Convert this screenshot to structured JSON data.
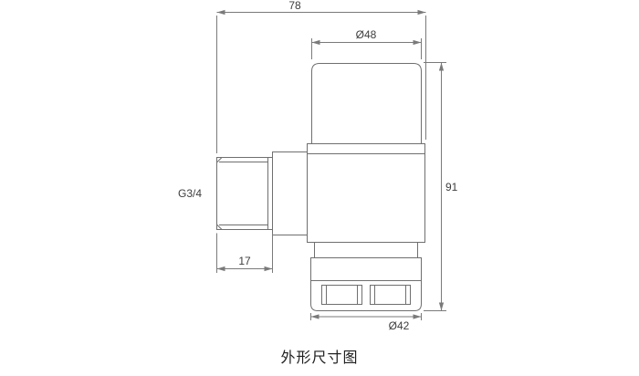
{
  "theme": {
    "background": "#ffffff",
    "stroke_color": "#6f6f6f",
    "dim_color": "#7a7a7a",
    "text_color": "#3d3d3d",
    "caption_color": "#1f1f1f"
  },
  "caption": {
    "title": "外形尺寸图"
  },
  "dimensions": {
    "total_width": "78",
    "cap_diameter": "Ø48",
    "total_height": "91",
    "inlet_thread": "G3/4",
    "inlet_length": "17",
    "outlet_diameter": "Ø42"
  }
}
